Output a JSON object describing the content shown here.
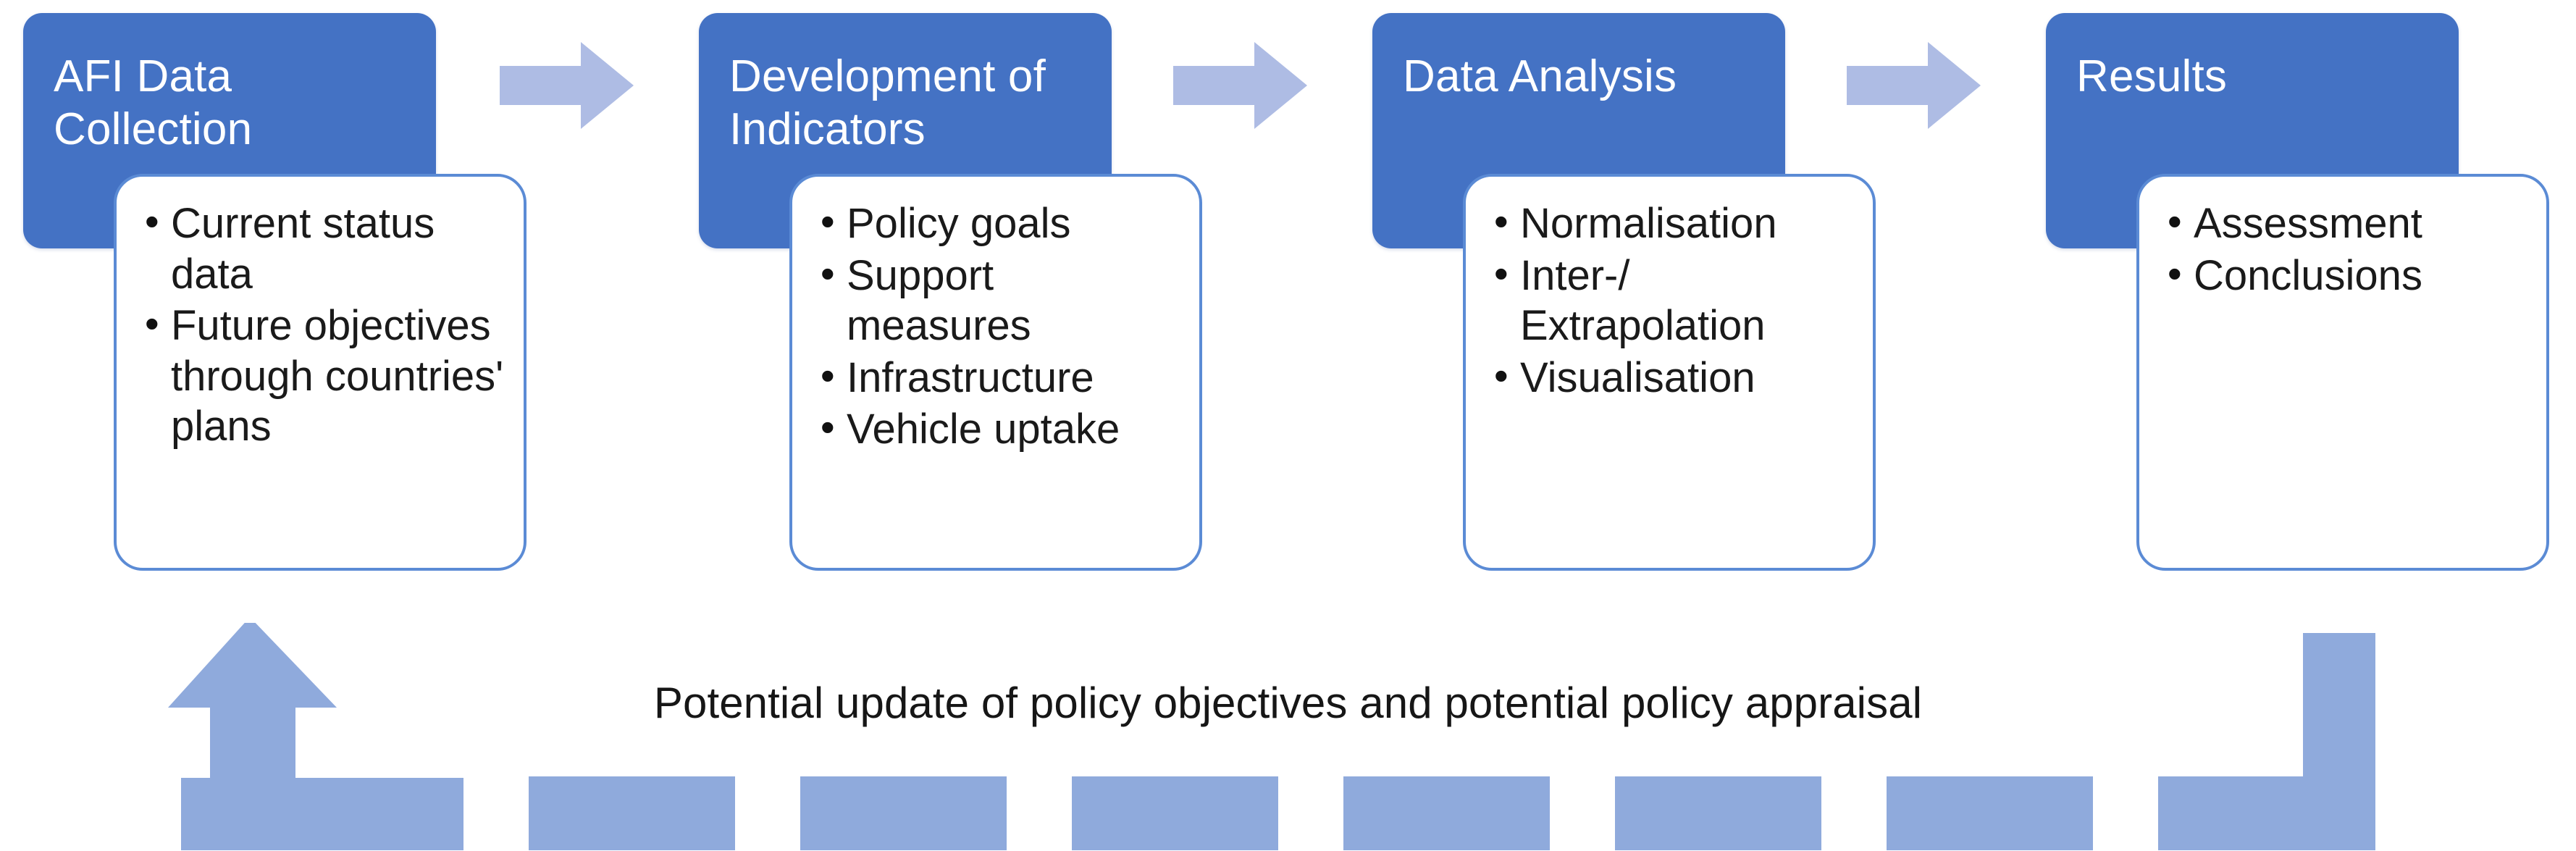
{
  "diagram": {
    "title": "AFI methodology process flow",
    "colors": {
      "header_blue": "#4472C4",
      "card_border": "#5B8BD5",
      "card_fill": "#FFFFFF",
      "chevron_arrow": "#AEBCE4",
      "feedback_arrow": "#8FAADC",
      "header_text": "#FFFFFF",
      "body_text": "#1A1A1A"
    },
    "stages": [
      {
        "id": "afi-data-collection",
        "title": "AFI Data\nCollection",
        "bullets": [
          "Current status data",
          "Future objectives through countries' plans"
        ]
      },
      {
        "id": "development-of-indicators",
        "title": "Development of\nIndicators",
        "bullets": [
          "Policy goals",
          "Support measures",
          "Infrastructure",
          "Vehicle uptake"
        ]
      },
      {
        "id": "data-analysis",
        "title": "Data Analysis",
        "bullets": [
          "Normalisation",
          "Inter-/ Extrapolation",
          "Visualisation"
        ]
      },
      {
        "id": "results",
        "title": "Results",
        "bullets": [
          "Assessment",
          "Conclusions"
        ]
      }
    ],
    "connectors": [
      {
        "id": "arrow-1",
        "icon": "right-chevron-arrow-icon"
      },
      {
        "id": "arrow-2",
        "icon": "right-chevron-arrow-icon"
      },
      {
        "id": "arrow-3",
        "icon": "right-chevron-arrow-icon"
      }
    ],
    "feedback_loop": {
      "caption": "Potential update of policy objectives and potential policy appraisal",
      "icon": "dashed-feedback-arrow-icon",
      "direction": "right-to-left",
      "dash_count": 8
    }
  }
}
